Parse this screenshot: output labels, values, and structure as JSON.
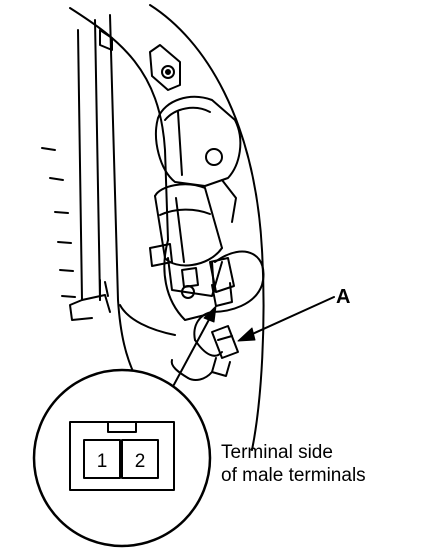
{
  "diagram": {
    "callout_label": "A",
    "connector_pins": [
      "1",
      "2"
    ],
    "caption": {
      "line1": "Terminal side",
      "line2": "of male terminals"
    }
  }
}
